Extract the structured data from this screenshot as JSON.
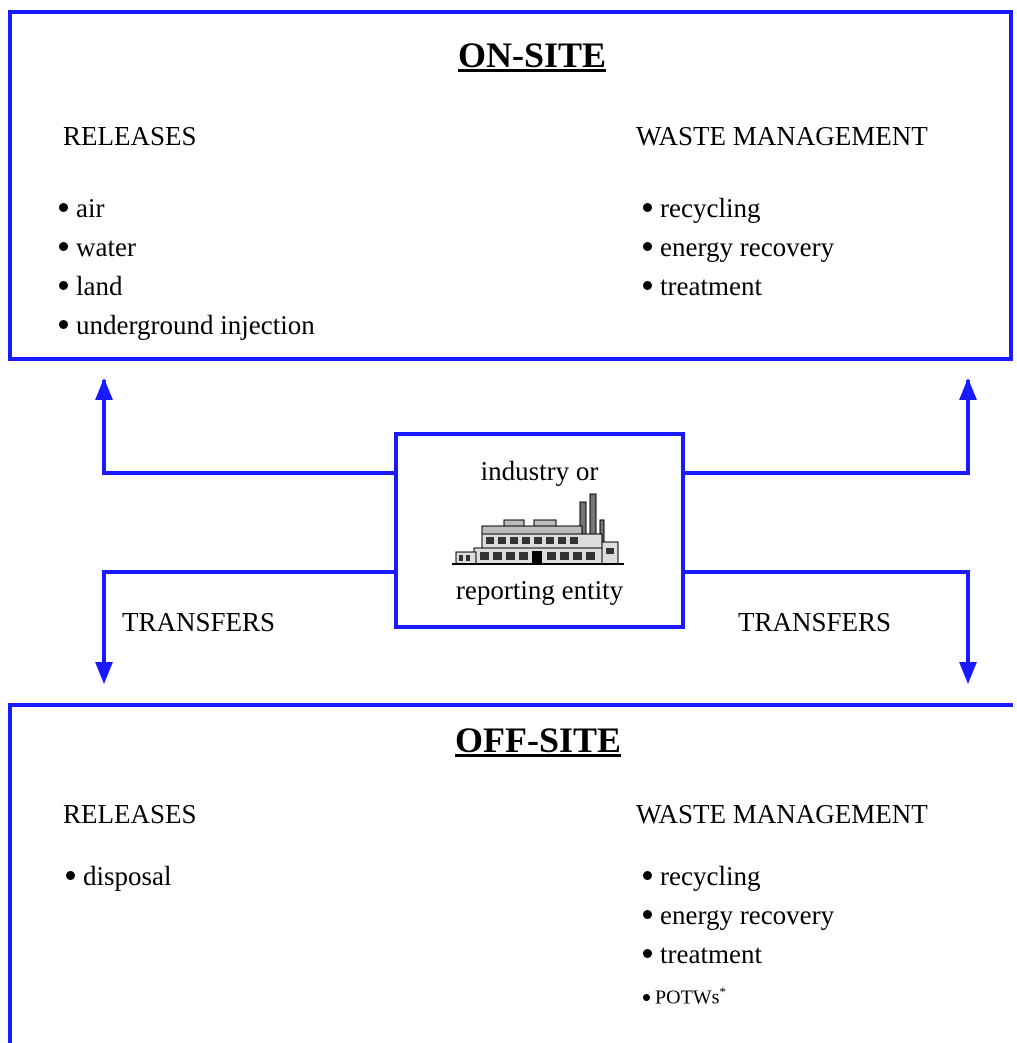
{
  "on_site": {
    "title": "ON-SITE",
    "releases_heading": "RELEASES",
    "releases": [
      "air",
      "water",
      "land",
      "underground injection"
    ],
    "waste_heading": "WASTE MANAGEMENT",
    "waste": [
      "recycling",
      "energy recovery",
      "treatment"
    ]
  },
  "center": {
    "line1": "industry or",
    "line2": "reporting entity",
    "icon": "factory-icon"
  },
  "transfers": {
    "left": "TRANSFERS",
    "right": "TRANSFERS"
  },
  "off_site": {
    "title": "OFF-SITE",
    "releases_heading": "RELEASES",
    "releases": [
      "disposal"
    ],
    "waste_heading": "WASTE MANAGEMENT",
    "waste": [
      "recycling",
      "energy recovery",
      "treatment"
    ],
    "potw_label": "POTWs",
    "potw_mark": "*"
  },
  "colors": {
    "line": "#1a1aff",
    "text": "#000000"
  }
}
